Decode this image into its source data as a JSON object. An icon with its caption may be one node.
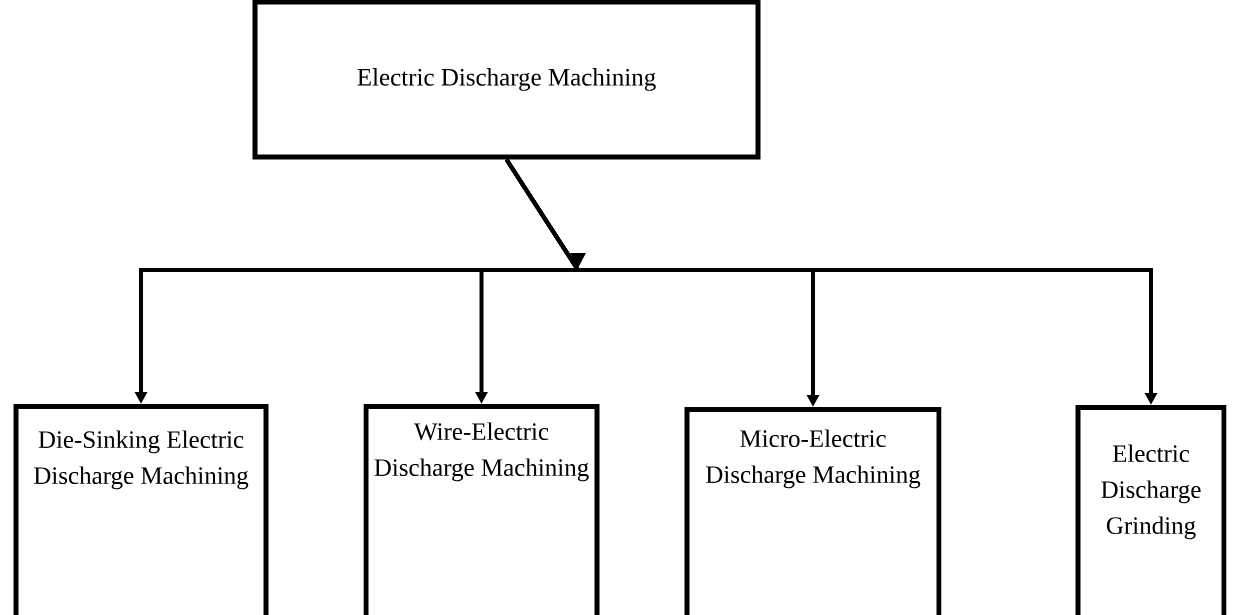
{
  "diagram": {
    "nodes": [
      {
        "text": [
          "Electric Discharge Machining"
        ]
      },
      {
        "text": [
          "Die-Sinking Electric Discharge Machining"
        ]
      },
      {
        "text": [
          "Wire-Electric Discharge Machining"
        ]
      },
      {
        "text": [
          "Micro-Electric Discharge Machining"
        ]
      },
      {
        "text": [
          "Electric Discharge Grinding"
        ]
      }
    ],
    "edges": [
      {
        "from": 0,
        "to": 1,
        "arrow": "to"
      },
      {
        "from": 0,
        "to": 2,
        "arrow": "to"
      },
      {
        "from": 0,
        "to": 3,
        "arrow": "to"
      },
      {
        "from": 0,
        "to": 4,
        "arrow": "to"
      }
    ]
  }
}
